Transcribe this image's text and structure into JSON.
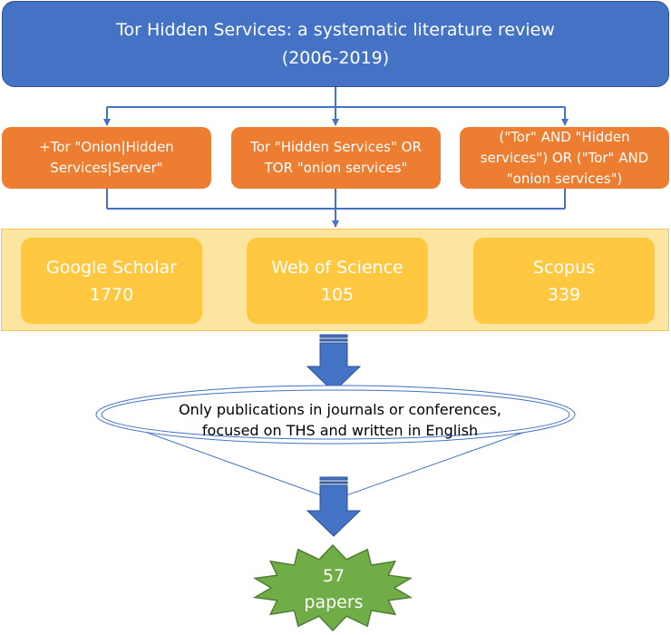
{
  "title": {
    "line1": "Tor Hidden Services: a systematic literature review",
    "line2": "(2006-2019)"
  },
  "queries": [
    {
      "line1": "+Tor \"Onion|Hidden",
      "line2": "Services|Server\"",
      "line3": ""
    },
    {
      "line1": "Tor \"Hidden Services\" OR",
      "line2": "TOR \"onion services\"",
      "line3": ""
    },
    {
      "line1": "(\"Tor\" AND \"Hidden",
      "line2": "services\") OR (\"Tor\" AND",
      "line3": "\"onion services\")"
    }
  ],
  "databases": [
    {
      "name": "Google Scholar",
      "count": "1770"
    },
    {
      "name": "Web of Science",
      "count": "105"
    },
    {
      "name": "Scopus",
      "count": "339"
    }
  ],
  "filter": {
    "line1": "Only publications in journals or conferences,",
    "line2": "focused on THS and written in English"
  },
  "result": {
    "count": "57",
    "label": "papers"
  },
  "colors": {
    "title_fill": "#4472c4",
    "query_fill": "#ed7d31",
    "database_fill": "#ffc840",
    "band_fill": "#fbe5a0",
    "arrow_fill": "#4472c4",
    "result_fill": "#70ad47"
  }
}
